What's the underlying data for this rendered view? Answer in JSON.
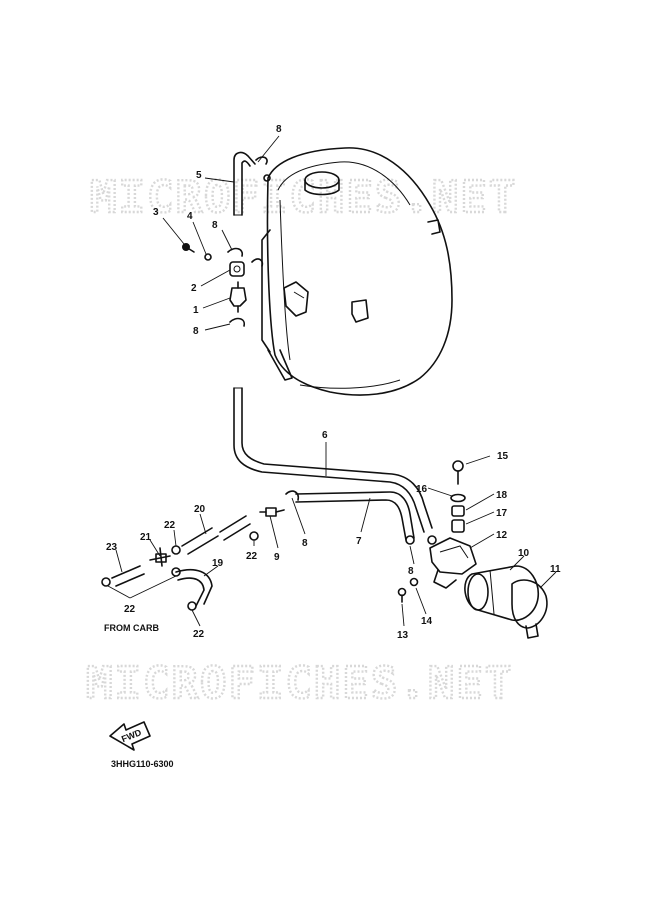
{
  "watermark_top": "MICROFICHES.NET",
  "watermark_bottom": "MICROFICHES.NET",
  "note_from_carb": "FROM CARB",
  "fwd_label": "FWD",
  "diagram_code": "3HHG110-6300",
  "callouts": {
    "c1": "1",
    "c2": "2",
    "c3": "3",
    "c4": "4",
    "c5": "5",
    "c6": "6",
    "c7": "7",
    "c8a": "8",
    "c8b": "8",
    "c8c": "8",
    "c8d": "8",
    "c8e": "8",
    "c9": "9",
    "c10": "10",
    "c11": "11",
    "c12": "12",
    "c13": "13",
    "c14": "14",
    "c15": "15",
    "c16": "16",
    "c17": "17",
    "c18": "18",
    "c19": "19",
    "c20": "20",
    "c21": "21",
    "c22a": "22",
    "c22b": "22",
    "c22c": "22",
    "c22d": "22",
    "c23": "23"
  }
}
